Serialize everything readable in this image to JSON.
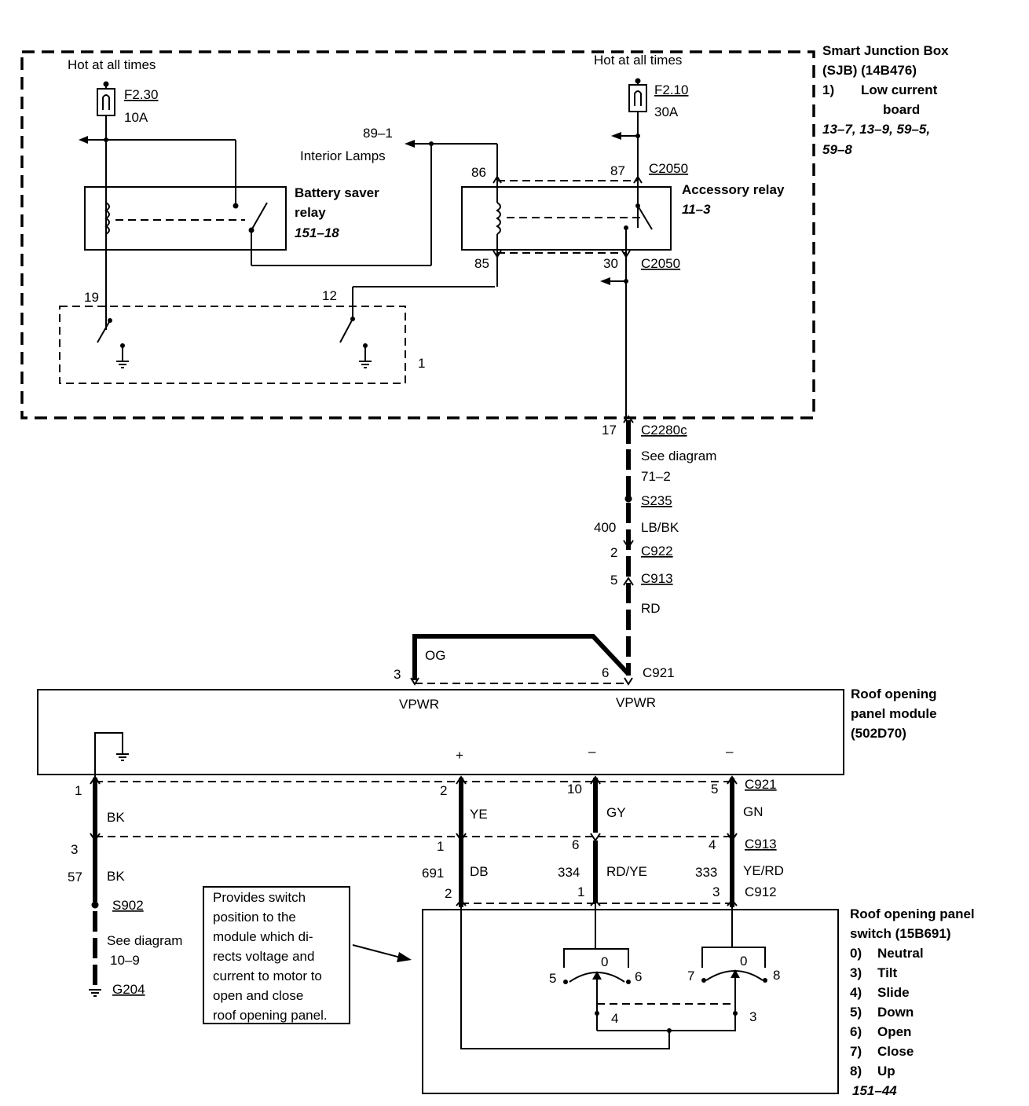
{
  "sjb": {
    "title": "Smart Junction Box",
    "part": "(SJB) (14B476)",
    "item_num": "1)",
    "item_label_1": "Low current",
    "item_label_2": "board",
    "refs_1": "13–7, 13–9, 59–5,",
    "refs_2": "59–8"
  },
  "hot_left": "Hot at all times",
  "hot_right": "Hot at all times",
  "fuse_left": {
    "id": "F2.30",
    "rating": "10A"
  },
  "fuse_right": {
    "id": "F2.10",
    "rating": "30A"
  },
  "interior_lamps": {
    "ref": "89–1",
    "label": "Interior Lamps"
  },
  "battery_relay": {
    "line1": "Battery saver",
    "line2": "relay",
    "ref": "151–18"
  },
  "accessory_relay": {
    "label": "Accessory relay",
    "ref": "11–3"
  },
  "pins": {
    "p86": "86",
    "p87": "87",
    "p85": "85",
    "p30": "30",
    "p19": "19",
    "p12": "12",
    "board_num": "1",
    "p17": "17",
    "p400": "400",
    "p2a": "2",
    "p5a": "5",
    "p3og": "3",
    "p6og": "6"
  },
  "connectors": {
    "c2050_top": "C2050",
    "c2050_bot": "C2050",
    "c2280c": "C2280c",
    "s235": "S235",
    "c922": "C922",
    "c913": "C913",
    "c921": "C921"
  },
  "see_diagram_1": "See diagram",
  "see_diagram_1_ref": "71–2",
  "wire_lbbk": "LB/BK",
  "wire_rd": "RD",
  "wire_og": "OG",
  "module": {
    "vpwr_left": "VPWR",
    "vpwr_right": "VPWR",
    "title_1": "Roof opening",
    "title_2": "panel module",
    "title_3": "(502D70)",
    "plus": "+",
    "minus1": "–",
    "minus2": "–"
  },
  "lower_pins": {
    "p1": "1",
    "p2": "2",
    "p10": "10",
    "p5": "5",
    "p3": "3",
    "p1b": "1",
    "p6": "6",
    "p4": "4",
    "p57": "57",
    "p691": "691",
    "p334": "334",
    "p333": "333",
    "p2c": "2",
    "p1c": "1",
    "p3c": "3"
  },
  "lower_wires": {
    "bk1": "BK",
    "bk2": "BK",
    "ye": "YE",
    "gy": "GY",
    "gn": "GN",
    "db": "DB",
    "rdye": "RD/YE",
    "yerd": "YE/RD"
  },
  "lower_conn": {
    "c921": "C921",
    "c913": "C913",
    "c912": "C912"
  },
  "ground": {
    "s902": "S902",
    "see": "See diagram",
    "ref": "10–9",
    "g204": "G204"
  },
  "note_lines": [
    "Provides switch",
    "position to the",
    "module which di-",
    "rects voltage and",
    "current to motor to",
    "open and close",
    "roof opening panel."
  ],
  "switch": {
    "title_1": "Roof opening panel",
    "title_2": "switch (15B691)",
    "positions": [
      {
        "num": "0)",
        "label": "Neutral"
      },
      {
        "num": "3)",
        "label": "Tilt"
      },
      {
        "num": "4)",
        "label": "Slide"
      },
      {
        "num": "5)",
        "label": "Down"
      },
      {
        "num": "6)",
        "label": "Open"
      },
      {
        "num": "7)",
        "label": "Close"
      },
      {
        "num": "8)",
        "label": "Up"
      }
    ],
    "ref": "151–44",
    "left_contacts": {
      "c5": "5",
      "c0": "0",
      "c6": "6",
      "c4": "4"
    },
    "right_contacts": {
      "c7": "7",
      "c0": "0",
      "c8": "8",
      "c3": "3"
    }
  }
}
